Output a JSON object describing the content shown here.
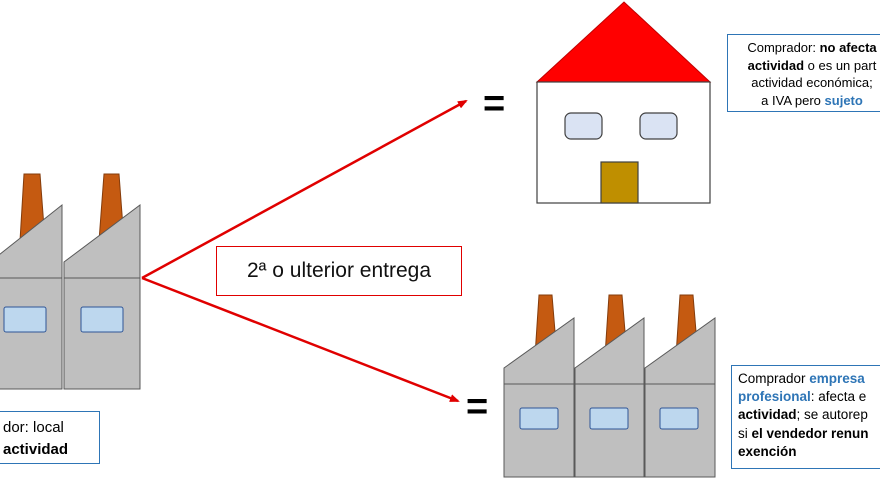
{
  "left_label": {
    "line1": "dor: local",
    "line2": "actividad"
  },
  "top_label": {
    "l1a": "Comprador: ",
    "l1b": "no afecta",
    "l2a": "actividad",
    "l2b": " o es un part",
    "l3": "actividad económica;",
    "l4a": "a IVA pero ",
    "l4b": "sujeto"
  },
  "bottom_label": {
    "l1a": "Comprador ",
    "l1b": "empresa",
    "l2a": "profesional",
    "l2b": ": afecta e",
    "l3a": "actividad",
    "l3b": "; se autorep",
    "l4a": "si ",
    "l4b": "el vendedor renun",
    "l5": "exención"
  },
  "center_label": "2ª o ulterior entrega",
  "equals": "=",
  "colors": {
    "arrow": "#e00000",
    "roof": "#ff0000",
    "chimney": "#c55a11",
    "factory": "#bfbfbf",
    "window": "#bdd7ee",
    "door": "#bf8f00",
    "border_blue": "#2e75b6"
  }
}
